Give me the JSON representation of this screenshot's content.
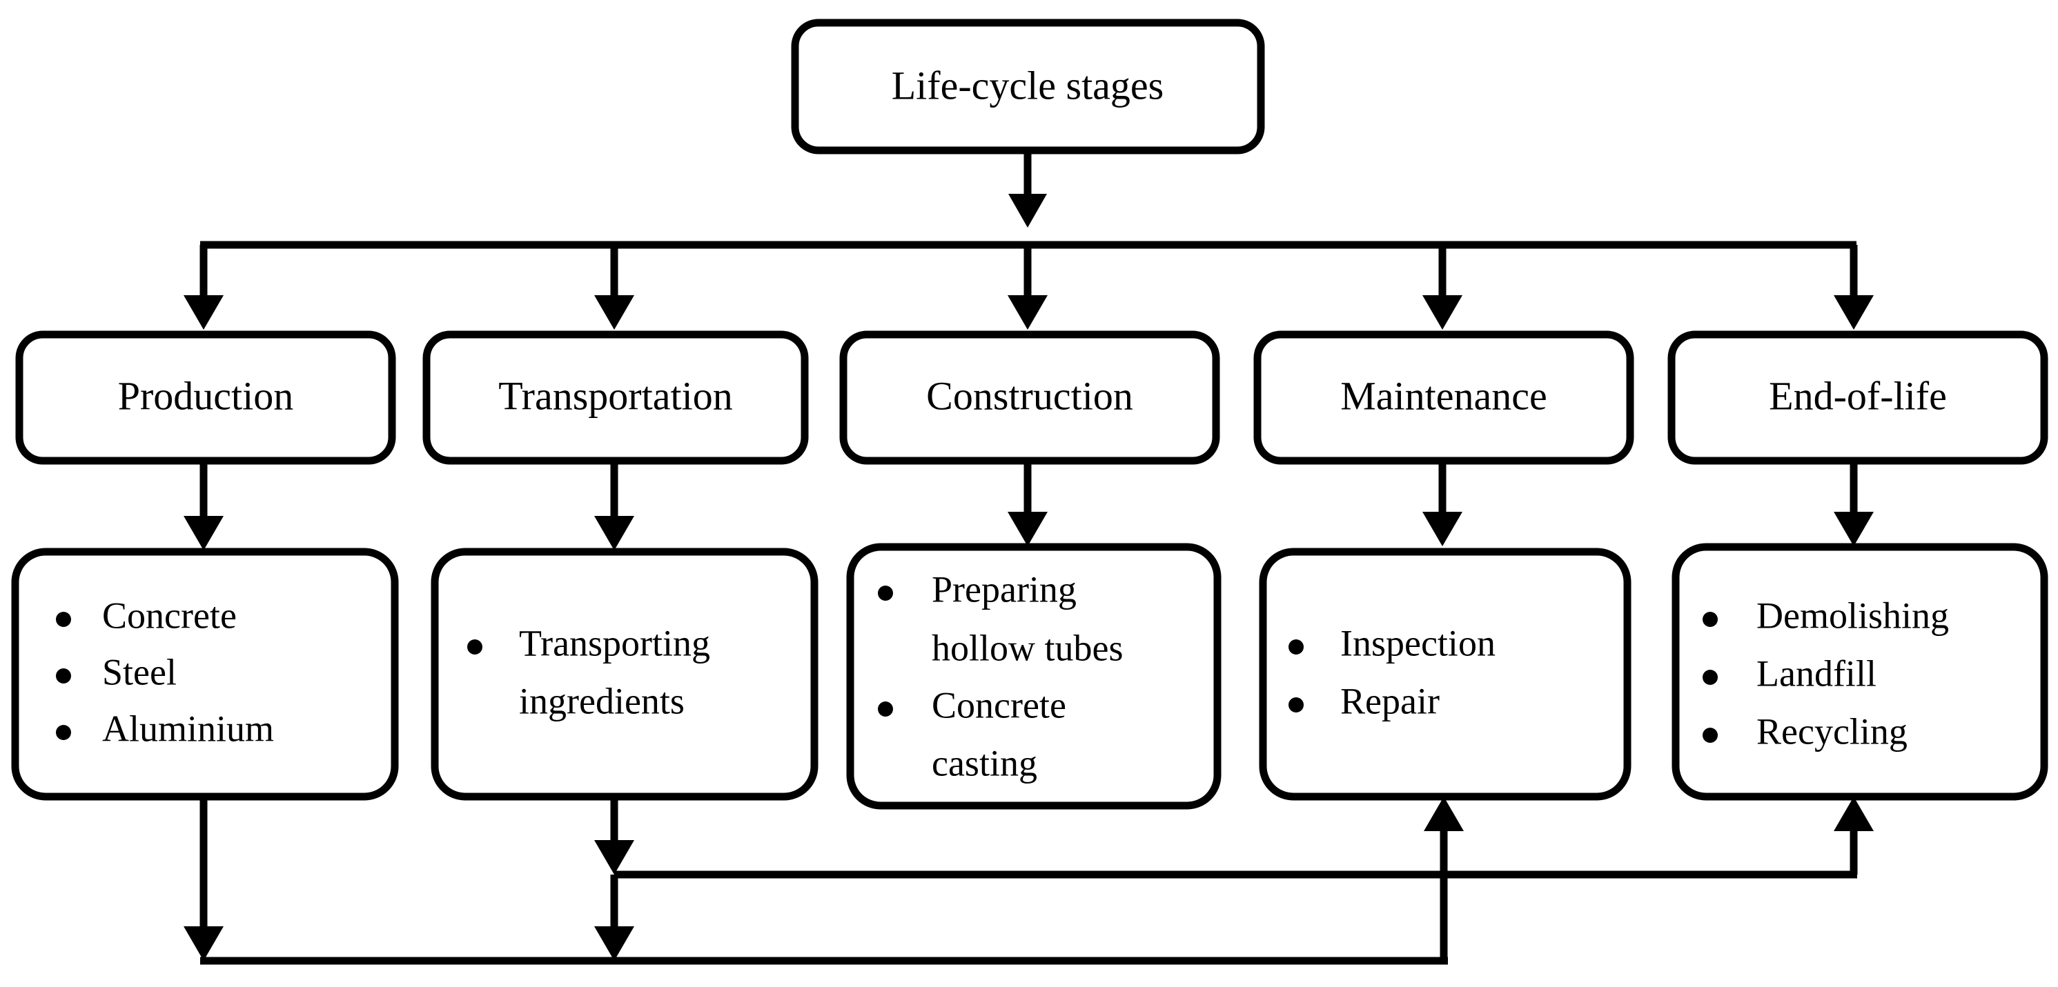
{
  "diagram": {
    "title": "Life-cycle stages",
    "root": {
      "label": "Life-cycle stages"
    },
    "stages": [
      {
        "id": "production",
        "label": "Production",
        "details": [
          "Concrete",
          "Steel",
          "Aluminium"
        ]
      },
      {
        "id": "transportation",
        "label": "Transportation",
        "details": [
          "Transporting ingredients"
        ]
      },
      {
        "id": "construction",
        "label": "Construction",
        "details": [
          "Preparing hollow tubes",
          "Concrete casting"
        ]
      },
      {
        "id": "maintenance",
        "label": "Maintenance",
        "details": [
          "Inspection",
          "Repair"
        ]
      },
      {
        "id": "endoflife",
        "label": "End-of-life",
        "details": [
          "Demolishing",
          "Landfill",
          "Recycling"
        ]
      }
    ],
    "detail_lines": {
      "production": [
        [
          "Concrete"
        ],
        [
          "Steel"
        ],
        [
          "Aluminium"
        ]
      ],
      "transportation": [
        [
          "Transporting",
          "ingredients"
        ]
      ],
      "construction": [
        [
          "Preparing",
          "hollow tubes"
        ],
        [
          "Concrete",
          "casting"
        ]
      ],
      "maintenance": [
        [
          "Inspection"
        ],
        [
          "Repair"
        ]
      ],
      "endoflife": [
        [
          "Demolishing"
        ],
        [
          "Landfill"
        ],
        [
          "Recycling"
        ]
      ]
    },
    "colors": {
      "stroke": "#000000",
      "fill": "#ffffff",
      "text": "#000000",
      "background": "#ffffff"
    }
  }
}
